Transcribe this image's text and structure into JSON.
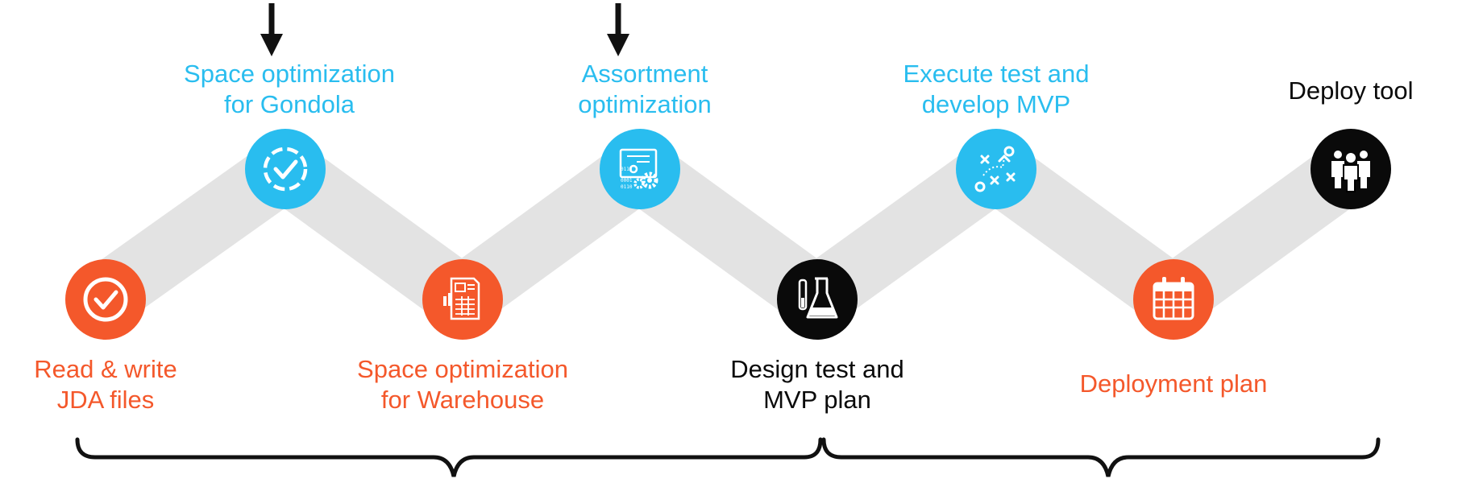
{
  "colors": {
    "blue": "#29BDEF",
    "orange": "#F4582B",
    "black": "#0a0a0a",
    "band": "#E3E3E3"
  },
  "steps": [
    {
      "id": "read-write-jda",
      "lines": [
        "Read & write",
        "JDA files"
      ],
      "color": "orange",
      "icon": "check-circle-icon"
    },
    {
      "id": "space-opt-gondola",
      "lines": [
        "Space optimization",
        "for Gondola"
      ],
      "color": "blue",
      "icon": "dashed-check-circle-icon"
    },
    {
      "id": "space-opt-warehouse",
      "lines": [
        "Space optimization",
        "for Warehouse"
      ],
      "color": "orange",
      "icon": "spreadsheet-icon"
    },
    {
      "id": "assortment-opt",
      "lines": [
        "Assortment",
        "optimization"
      ],
      "color": "blue",
      "icon": "gear-document-icon"
    },
    {
      "id": "design-test",
      "lines": [
        "Design test and",
        "MVP plan"
      ],
      "color": "black",
      "icon": "lab-flask-icon"
    },
    {
      "id": "execute-test",
      "lines": [
        "Execute test and",
        "develop MVP"
      ],
      "color": "blue",
      "icon": "strategy-play-icon"
    },
    {
      "id": "deployment-plan",
      "lines": [
        "Deployment plan"
      ],
      "color": "orange",
      "icon": "calendar-icon"
    },
    {
      "id": "deploy-tool",
      "lines": [
        "Deploy tool"
      ],
      "color": "black",
      "icon": "people-group-icon"
    }
  ]
}
